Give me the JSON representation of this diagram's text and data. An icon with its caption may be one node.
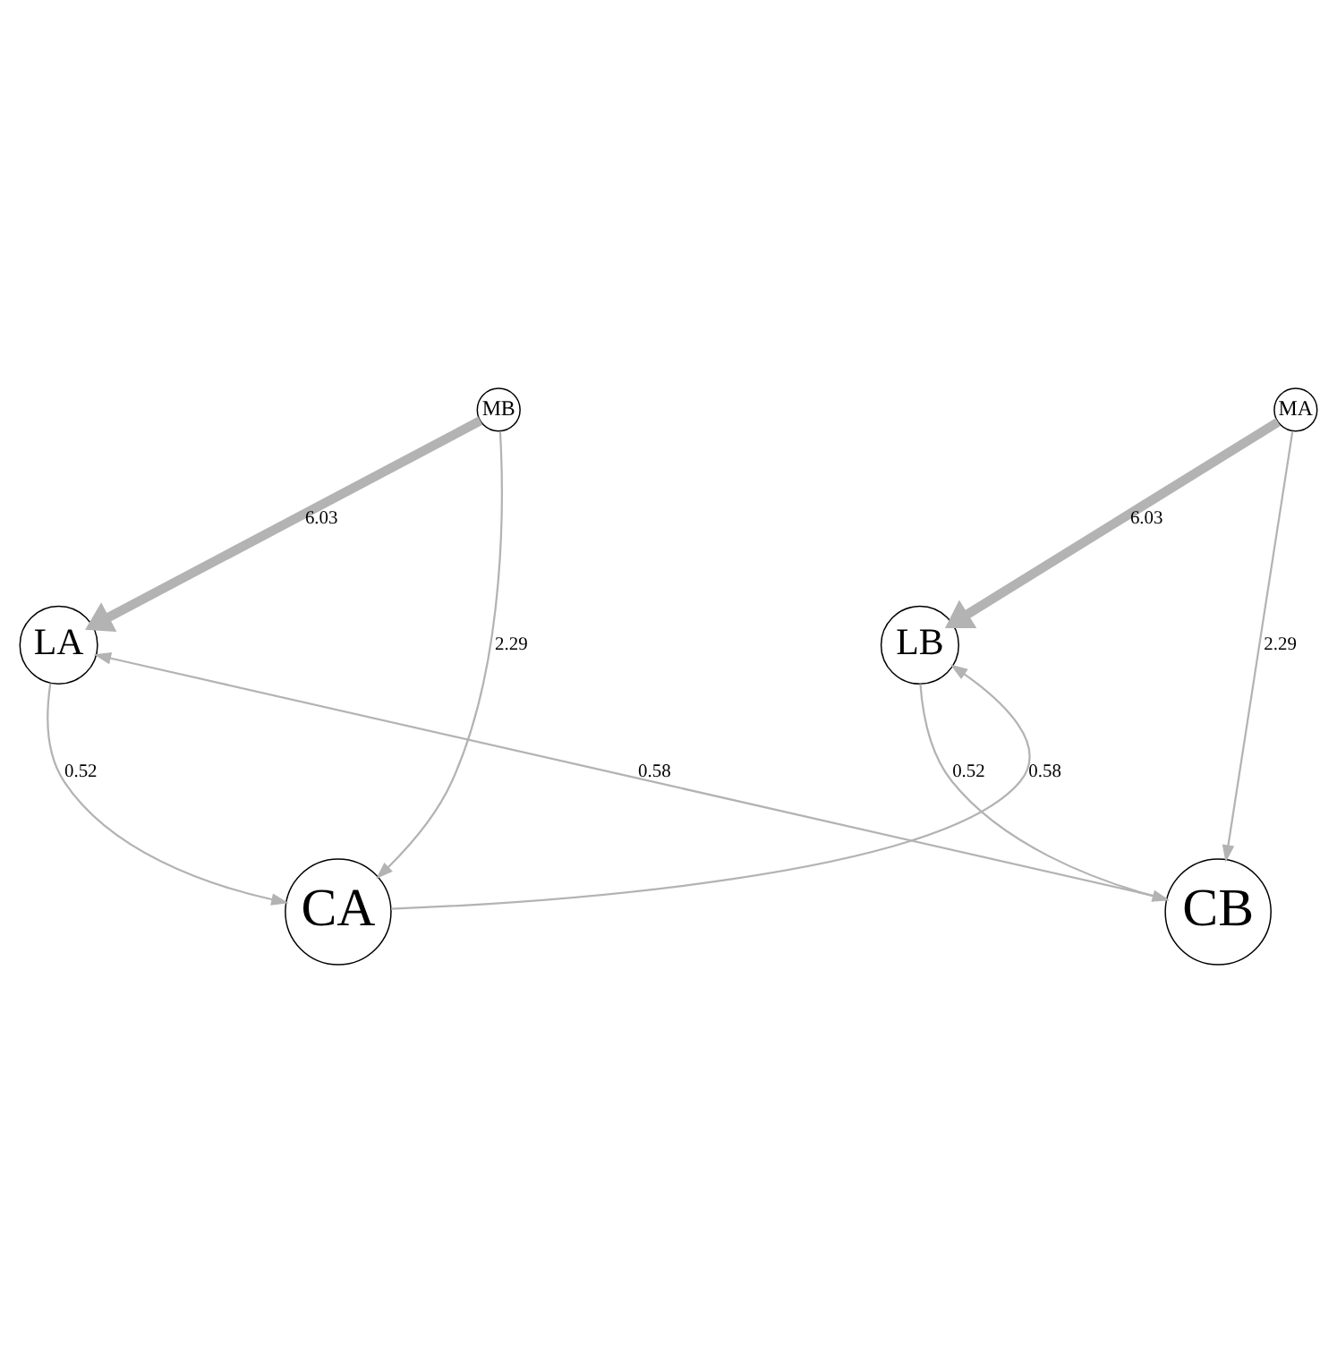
{
  "diagram": {
    "nodes": [
      {
        "text": [
          "MB"
        ]
      },
      {
        "text": [
          "MA"
        ]
      },
      {
        "text": [
          "LB"
        ]
      },
      {
        "text": [
          "LA"
        ]
      },
      {
        "text": [
          "CB"
        ]
      },
      {
        "text": [
          "CA"
        ]
      }
    ],
    "edges": [
      {
        "from": 1,
        "to": 2,
        "arrow": "to",
        "label": "6.03",
        "style": "thick"
      },
      {
        "from": 0,
        "to": 5,
        "arrow": "to",
        "label": "2.29"
      },
      {
        "from": 1,
        "to": 4,
        "arrow": "to",
        "label": "2.29"
      },
      {
        "from": 0,
        "to": 3,
        "arrow": "to",
        "label": "6.03",
        "style": "thick"
      },
      {
        "from": 2,
        "to": 4,
        "arrow": "to",
        "label": "0.52"
      },
      {
        "from": 5,
        "to": 2,
        "arrow": "to",
        "label": "0.58"
      },
      {
        "from": 4,
        "to": 3,
        "arrow": "to",
        "label": "0.58"
      },
      {
        "from": 3,
        "to": 5,
        "arrow": "to",
        "label": "0.52"
      }
    ]
  }
}
